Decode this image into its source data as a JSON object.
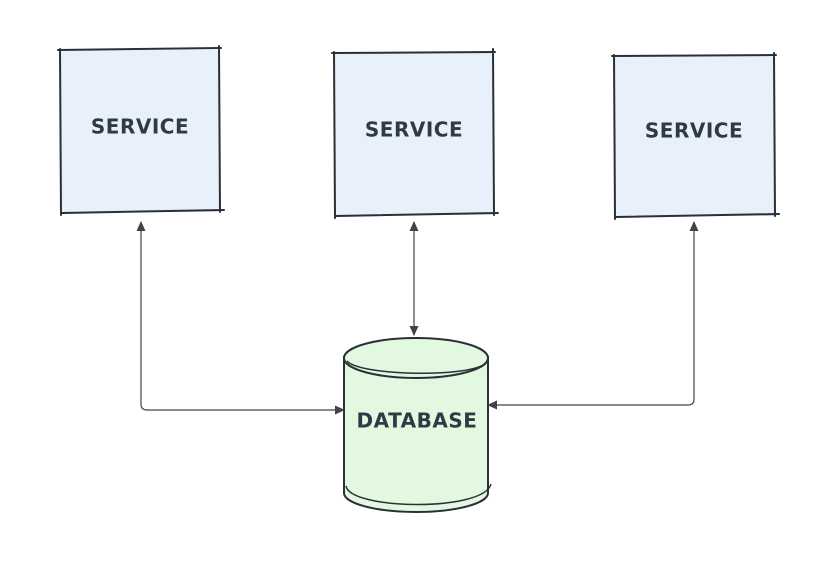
{
  "diagram": {
    "services": [
      {
        "label": "SERVICE"
      },
      {
        "label": "SERVICE"
      },
      {
        "label": "SERVICE"
      }
    ],
    "database": {
      "label": "DATABASE"
    },
    "colors": {
      "service_fill": "#e7f0fb",
      "database_fill": "#e2f8e1",
      "stroke": "#2b2f36",
      "connector": "#3f444b"
    }
  }
}
